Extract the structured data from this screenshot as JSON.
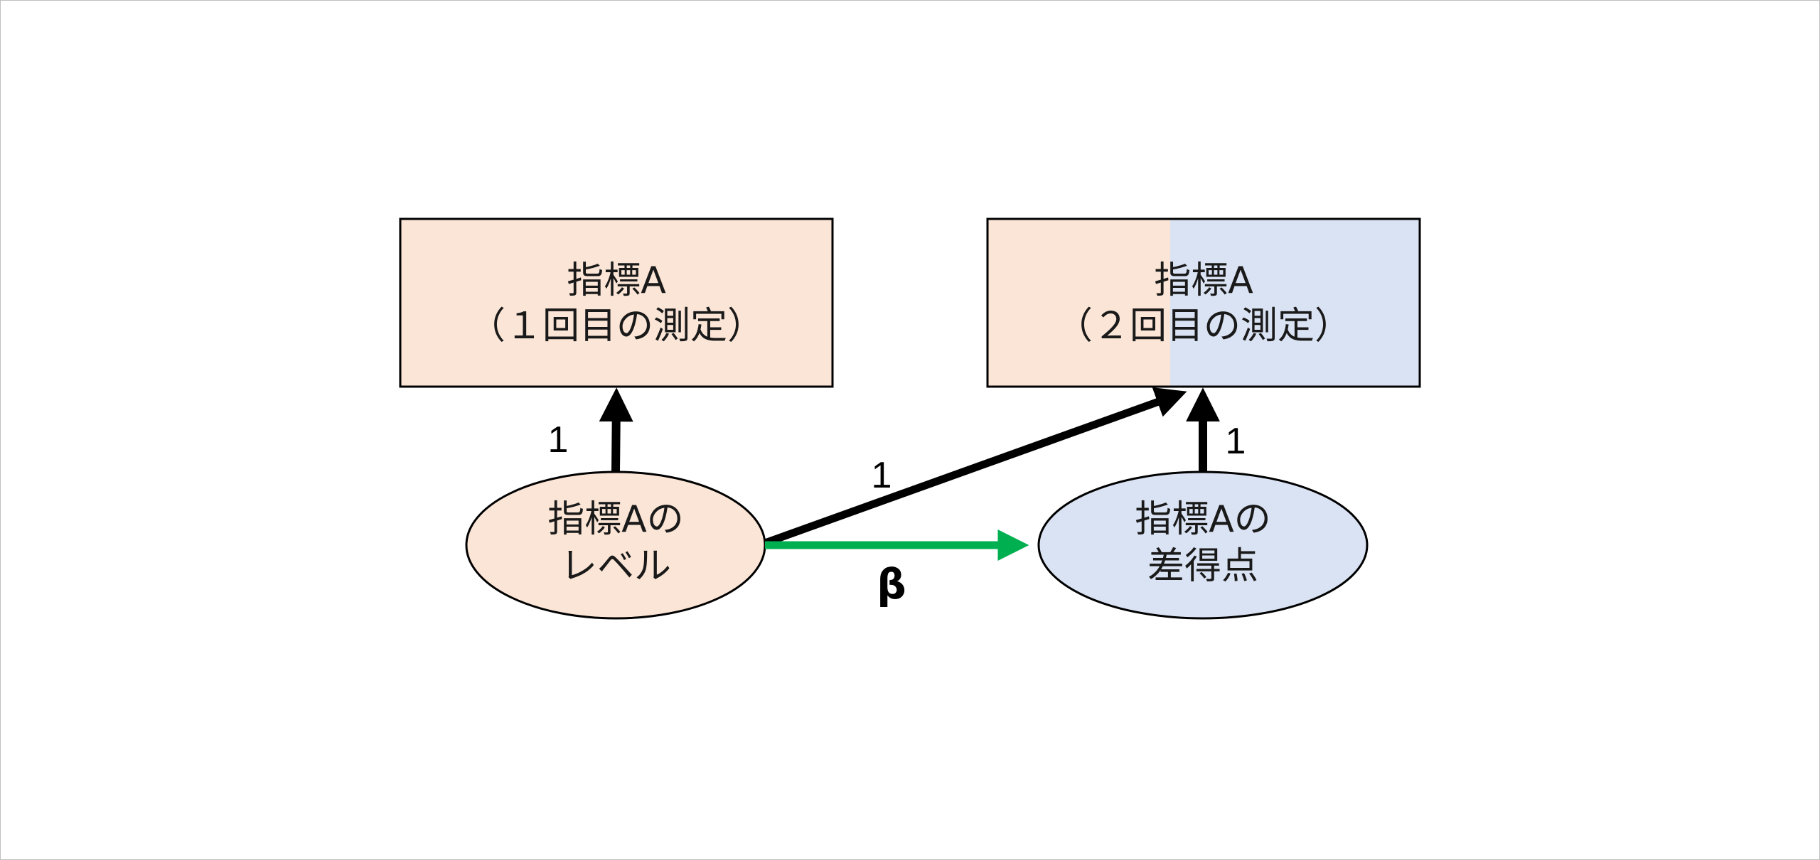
{
  "colors": {
    "level_fill": "#fbe5d6",
    "difference_fill": "#dae3f3",
    "outline": "#000000",
    "loading_arrow": "#000000",
    "regression_arrow": "#00b050"
  },
  "nodes": {
    "measure1": {
      "line1": "指標A",
      "line2": "（１回目の測定）"
    },
    "measure2": {
      "line1": "指標A",
      "line2": "（２回目の測定）"
    },
    "level": {
      "line1": "指標Aの",
      "line2": "レベル"
    },
    "difference": {
      "line1": "指標Aの",
      "line2": "差得点"
    }
  },
  "edges": {
    "level_to_measure1": {
      "label": "1"
    },
    "level_to_measure2": {
      "label": "1"
    },
    "difference_to_measure2": {
      "label": "1"
    },
    "level_to_difference": {
      "label": "β"
    }
  }
}
